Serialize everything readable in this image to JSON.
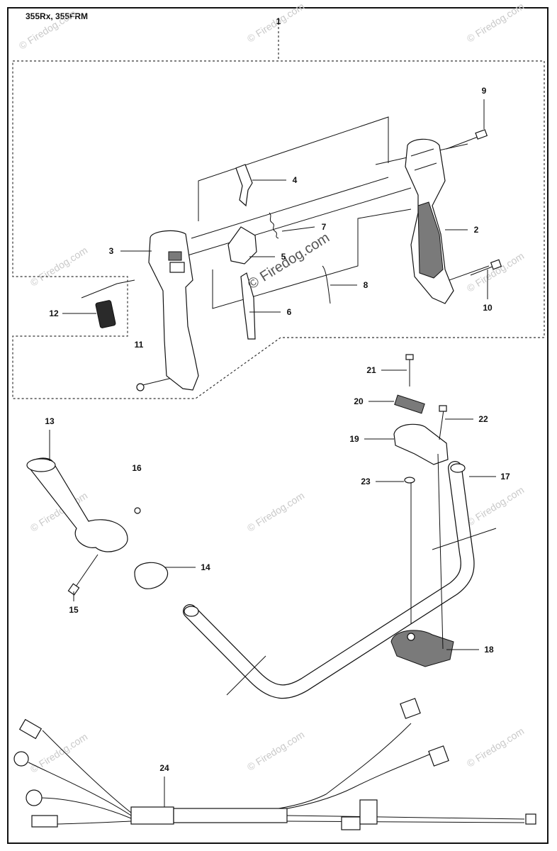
{
  "model_label": "355Rx, 355FRM",
  "watermark": "© Firedog.com",
  "callouts": {
    "c1": "1",
    "c2": "2",
    "c3": "3",
    "c4": "4",
    "c5": "5",
    "c6": "6",
    "c7": "7",
    "c8": "8",
    "c9": "9",
    "c10": "10",
    "c11": "11",
    "c12": "12",
    "c13": "13",
    "c14": "14",
    "c15": "15",
    "c16": "16",
    "c17": "17",
    "c18": "18",
    "c19": "19",
    "c20": "20",
    "c21": "21",
    "c22": "22",
    "c23": "23",
    "c24": "24"
  }
}
